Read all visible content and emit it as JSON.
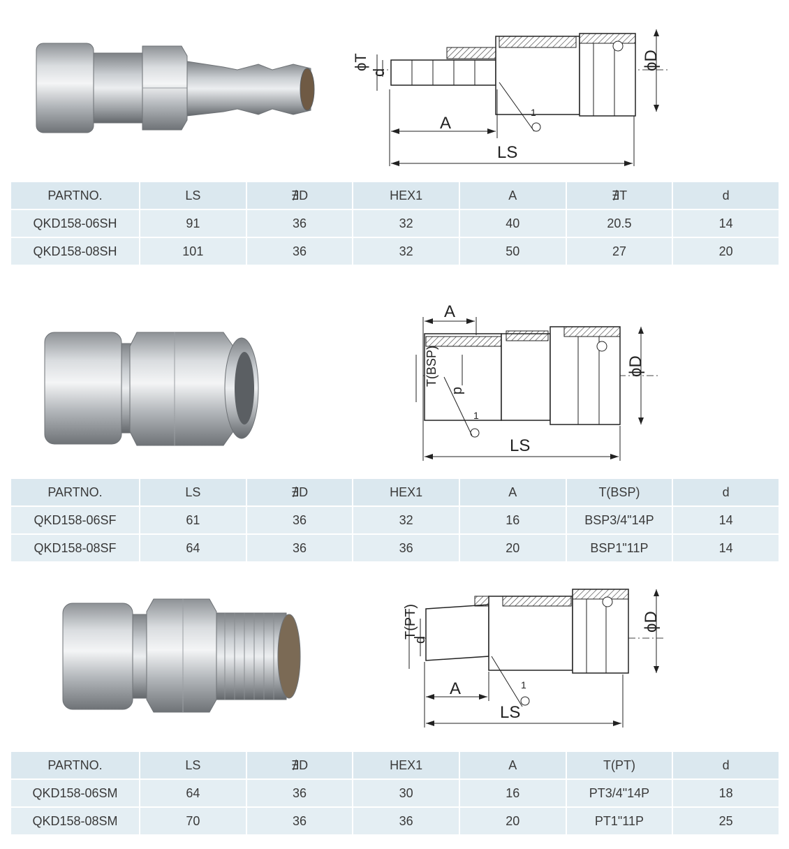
{
  "sections": [
    {
      "headers": [
        "PARTNO.",
        "LS",
        "∄D",
        "HEX1",
        "A",
        "∄T",
        "d"
      ],
      "rows": [
        [
          "QKD158-06SH",
          "91",
          "36",
          "32",
          "40",
          "20.5",
          "14"
        ],
        [
          "QKD158-08SH",
          "101",
          "36",
          "32",
          "50",
          "27",
          "20"
        ]
      ],
      "drawing_labels": {
        "phi_t": "ϕT",
        "d": "d",
        "phi_d": "ϕD",
        "a": "A",
        "ls": "LS",
        "one": "1"
      }
    },
    {
      "headers": [
        "PARTNO.",
        "LS",
        "∄D",
        "HEX1",
        "A",
        "T(BSP)",
        "d"
      ],
      "rows": [
        [
          "QKD158-06SF",
          "61",
          "36",
          "32",
          "16",
          "BSP3/4\"14P",
          "14"
        ],
        [
          "QKD158-08SF",
          "64",
          "36",
          "36",
          "20",
          "BSP1\"11P",
          "14"
        ]
      ],
      "drawing_labels": {
        "t": "T(BSP)",
        "d": "d",
        "phi_d": "ϕD",
        "a": "A",
        "ls": "LS",
        "one": "1"
      }
    },
    {
      "headers": [
        "PARTNO.",
        "LS",
        "∄D",
        "HEX1",
        "A",
        "T(PT)",
        "d"
      ],
      "rows": [
        [
          "QKD158-06SM",
          "64",
          "36",
          "30",
          "16",
          "PT3/4\"14P",
          "18"
        ],
        [
          "QKD158-08SM",
          "70",
          "36",
          "36",
          "20",
          "PT1\"11P",
          "25"
        ]
      ],
      "drawing_labels": {
        "t": "T(PT)",
        "d": "d",
        "phi_d": "ϕD",
        "a": "A",
        "ls": "LS",
        "one": "1"
      }
    }
  ],
  "colors": {
    "table_cell": "#e4eef3",
    "metal_light": "#e6e8ea",
    "metal_dark": "#8b8f93"
  }
}
